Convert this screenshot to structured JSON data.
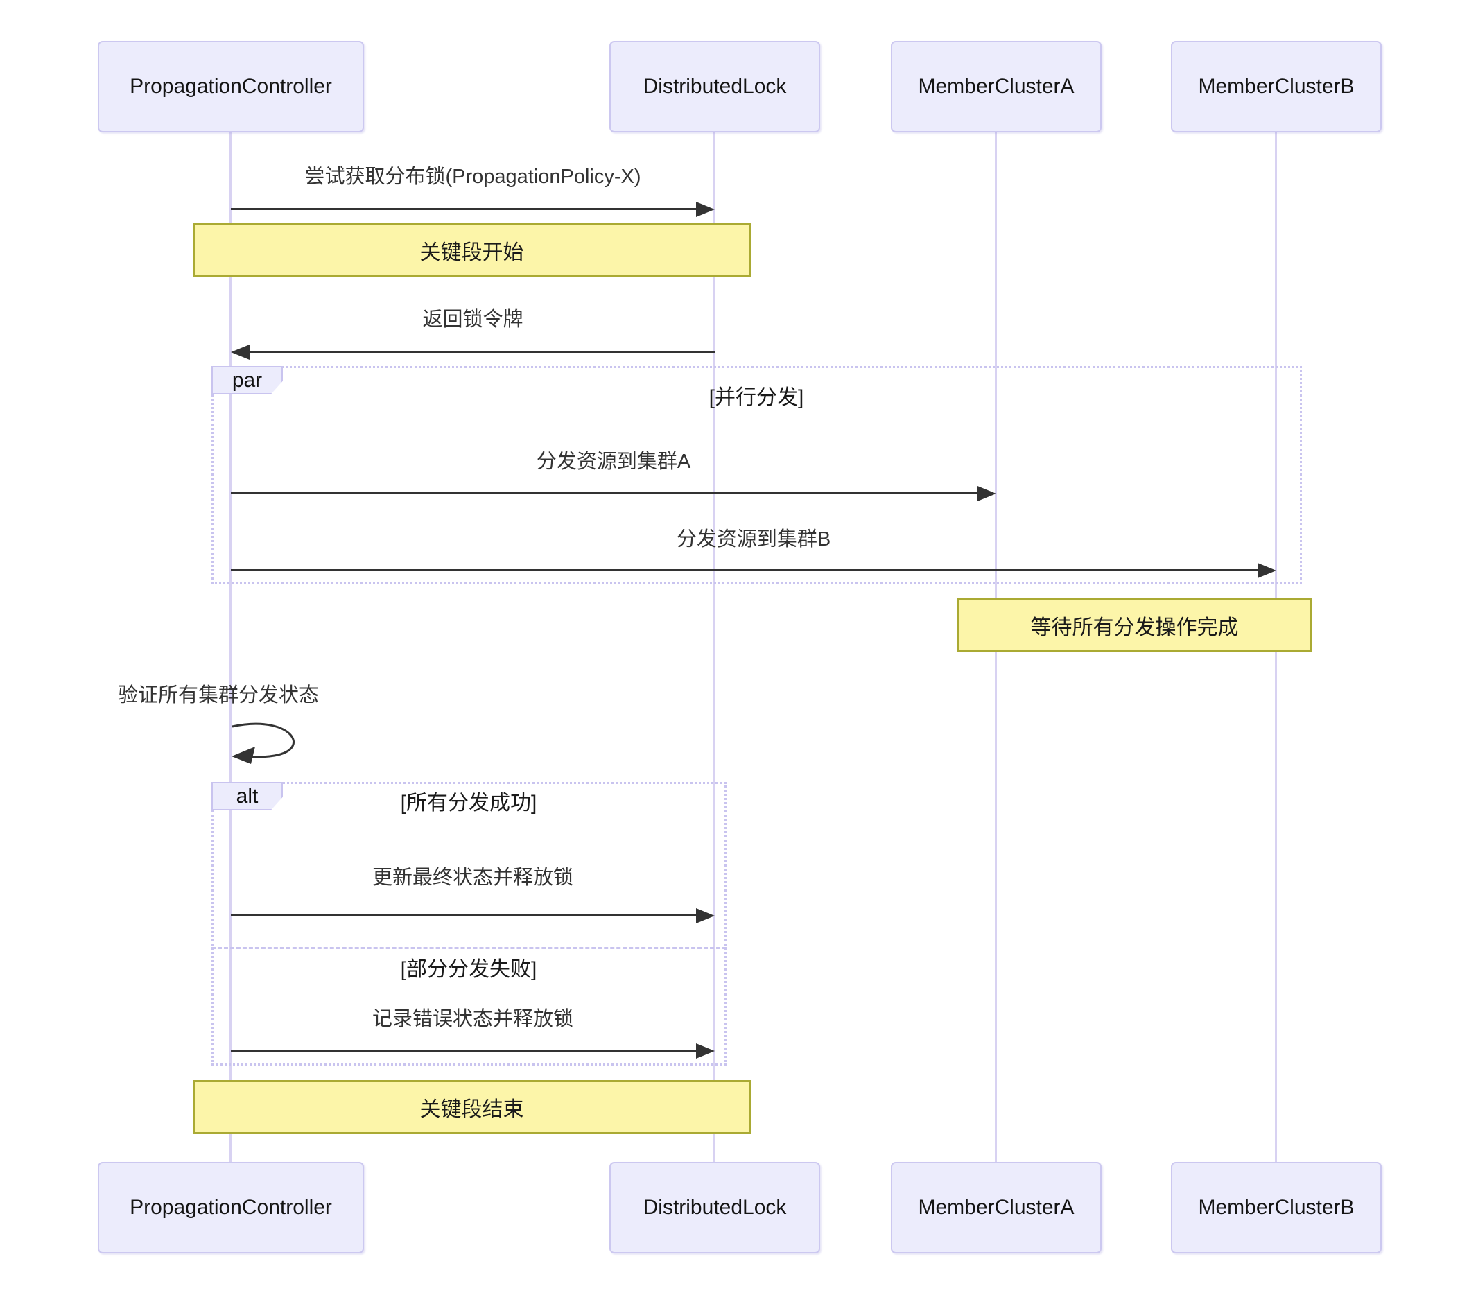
{
  "diagram_type": "sequence-diagram",
  "actors": [
    {
      "label": "PropagationController"
    },
    {
      "label": "DistributedLock"
    },
    {
      "label": "MemberClusterA"
    },
    {
      "label": "MemberClusterB"
    }
  ],
  "messages": {
    "m1": "尝试获取分布锁(PropagationPolicy-X)",
    "m2": "返回锁令牌",
    "m3": "分发资源到集群A",
    "m4": "分发资源到集群B",
    "self_check": "验证所有集群分发状态",
    "m5": "更新最终状态并释放锁",
    "m6": "记录错误状态并释放锁"
  },
  "notes": {
    "critical_start": "关键段开始",
    "wait_all": "等待所有分发操作完成",
    "critical_end": "关键段结束"
  },
  "frames": {
    "par": {
      "tag": "par",
      "condition": "[并行分发]"
    },
    "alt": {
      "tag": "alt",
      "condition_success": "[所有分发成功]",
      "condition_fail": "[部分分发失败]"
    }
  },
  "colors": {
    "actor_fill": "#ececfc",
    "actor_border": "#ccc8f0",
    "lifeline": "#d8d2f2",
    "note_fill": "#fcf5a9",
    "note_border": "#aaaa33",
    "frame_border": "#c9c4ef",
    "arrow": "#333333",
    "text": "#1f1f1f"
  }
}
